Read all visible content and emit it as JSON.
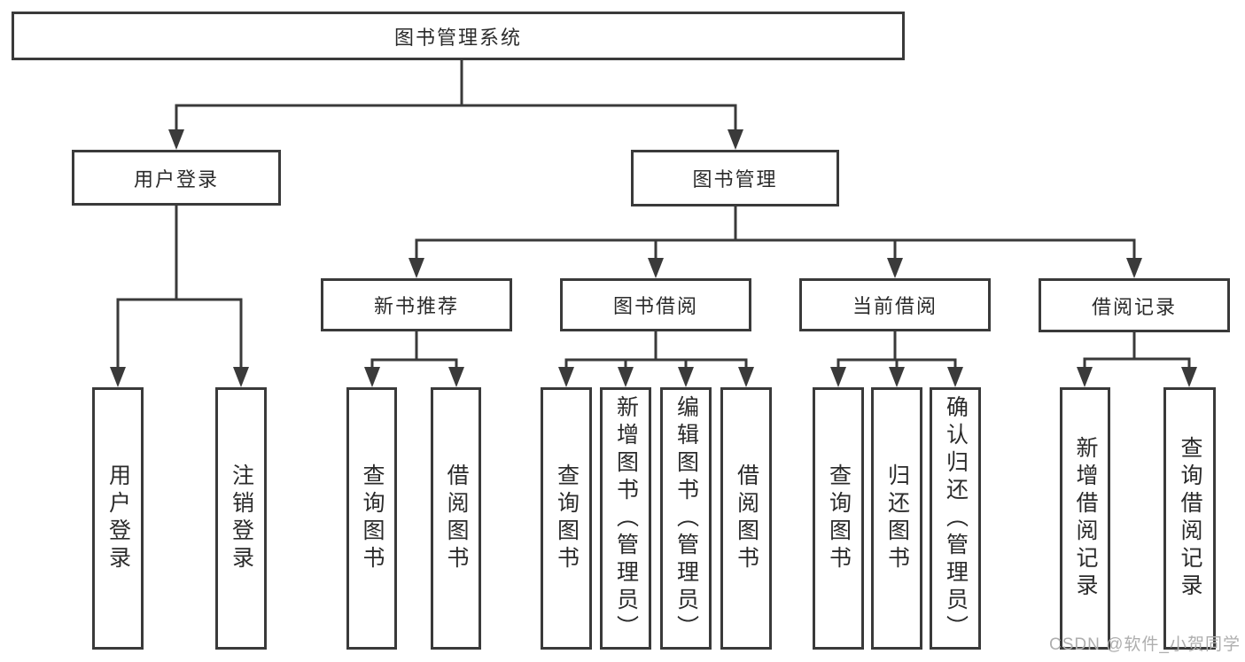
{
  "diagram": {
    "tree": {
      "label": "图书管理系统",
      "children": [
        {
          "label": "用户登录",
          "children": [
            {
              "label": "用户登录"
            },
            {
              "label": "注销登录"
            }
          ]
        },
        {
          "label": "图书管理",
          "children": [
            {
              "label": "新书推荐",
              "children": [
                {
                  "label": "查询图书"
                },
                {
                  "label": "借阅图书"
                }
              ]
            },
            {
              "label": "图书借阅",
              "children": [
                {
                  "label": "查询图书"
                },
                {
                  "label": "新增图书（管理员）"
                },
                {
                  "label": "编辑图书（管理员）"
                },
                {
                  "label": "借阅图书"
                }
              ]
            },
            {
              "label": "当前借阅",
              "children": [
                {
                  "label": "查询图书"
                },
                {
                  "label": "归还图书"
                },
                {
                  "label": "确认归还（管理员）"
                }
              ]
            },
            {
              "label": "借阅记录",
              "children": [
                {
                  "label": "新增借阅记录"
                },
                {
                  "label": "查询借阅记录"
                }
              ]
            }
          ]
        }
      ]
    },
    "line_color": "#3a3a3a",
    "background_color": "#ffffff"
  },
  "watermark": {
    "text": "CSDN @软件_小贺同学"
  }
}
